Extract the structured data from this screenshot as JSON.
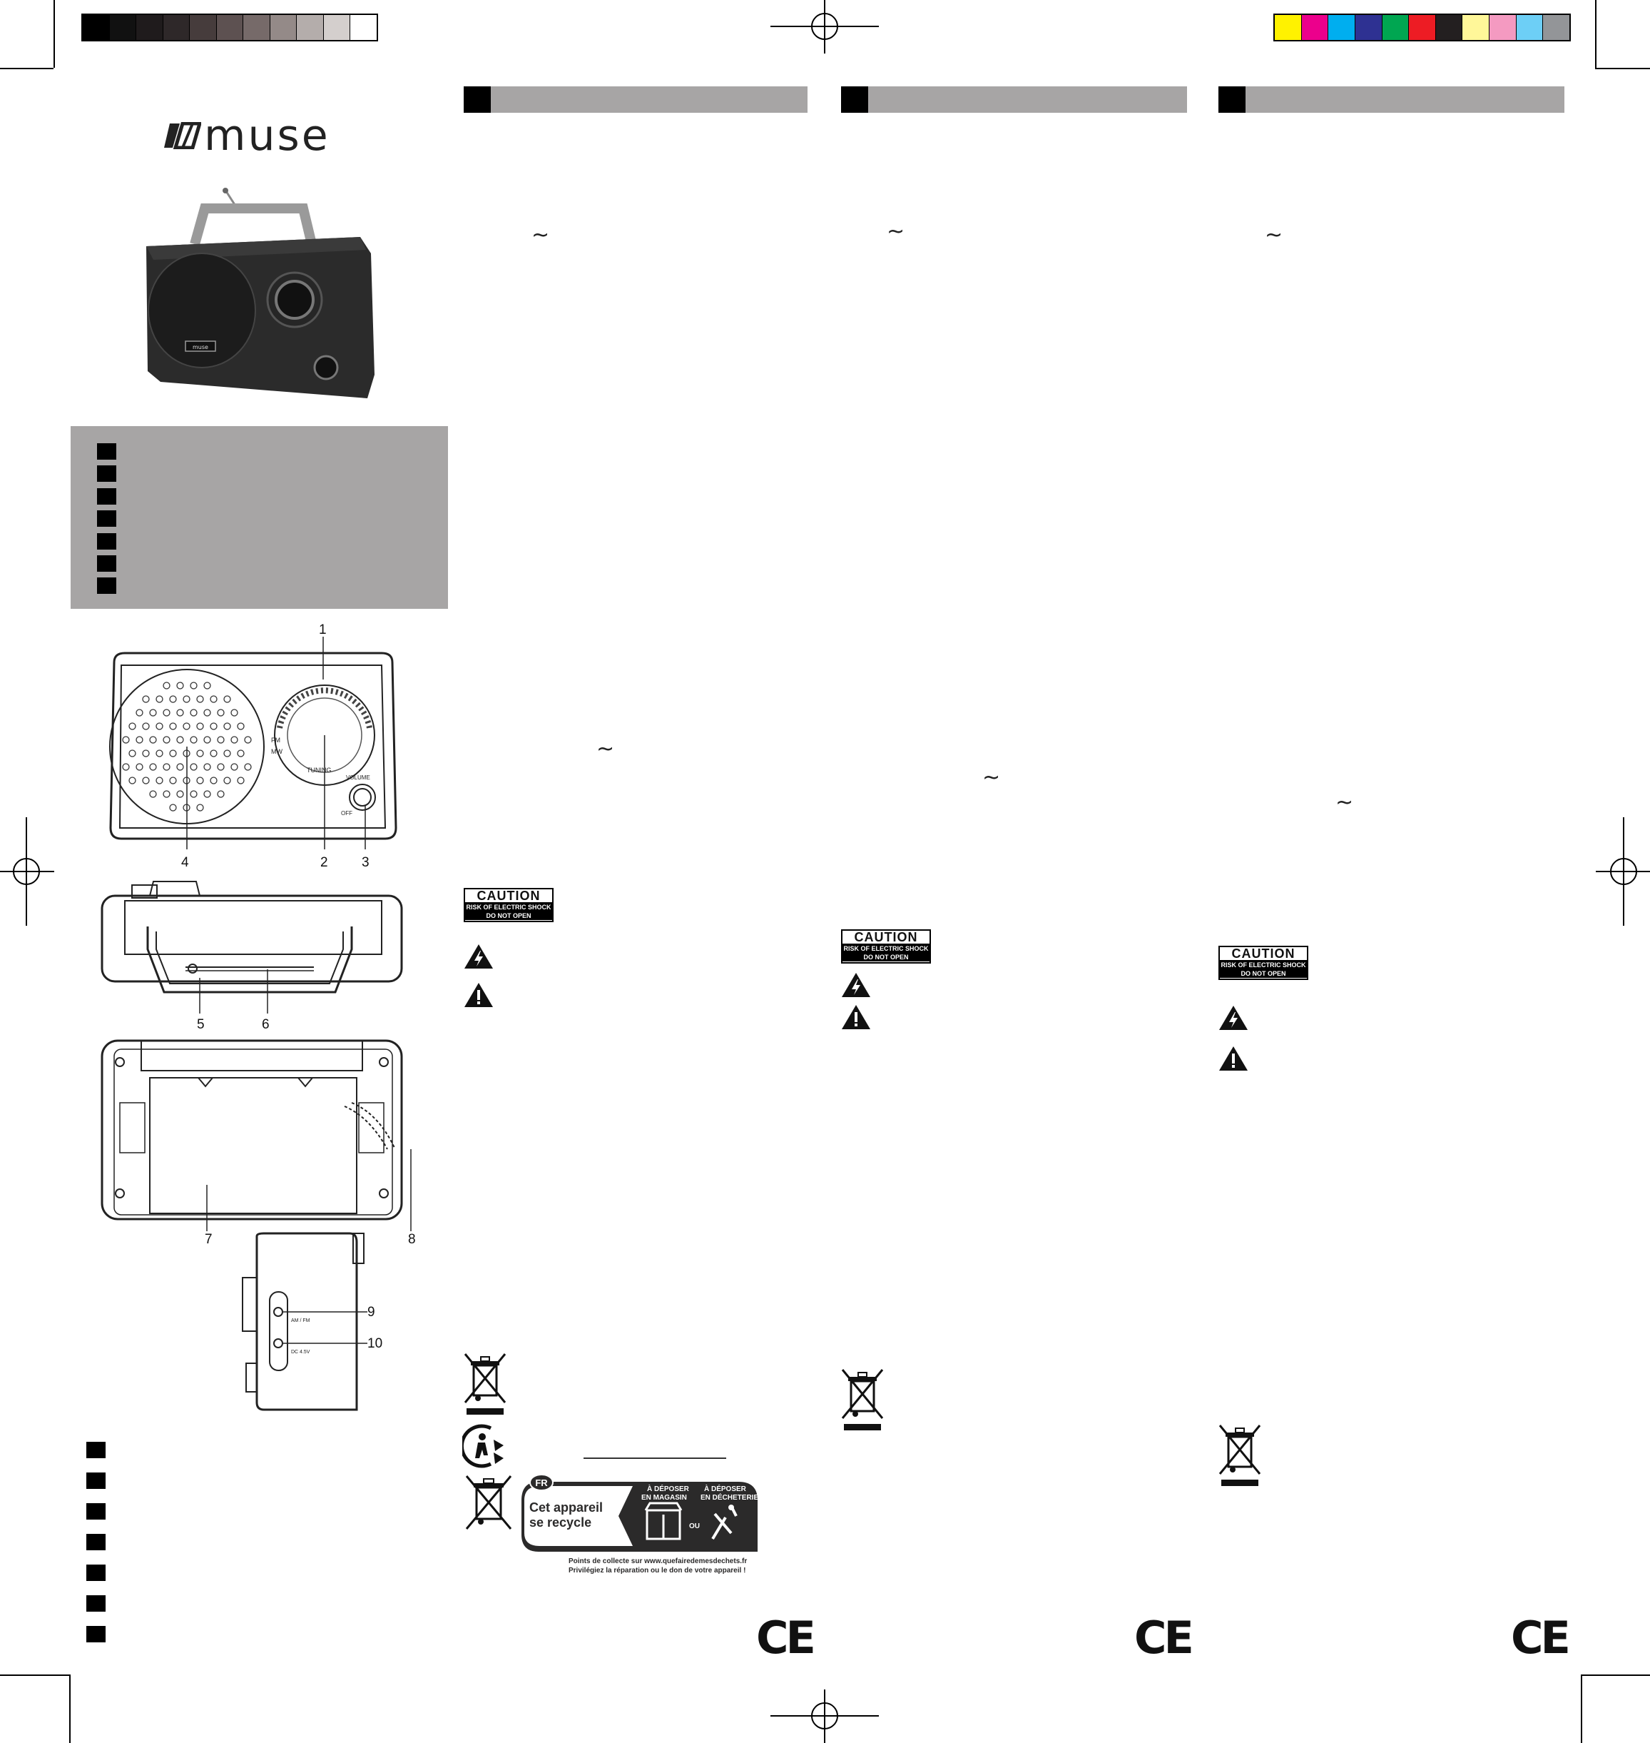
{
  "brand": {
    "name": "muse"
  },
  "callouts": [
    "1",
    "2",
    "3",
    "4",
    "5",
    "6",
    "7",
    "8",
    "9",
    "10"
  ],
  "dial": {
    "label": "TUNING",
    "band_fm": "FM",
    "band_mw": "MW",
    "volume_label": "VOLUME",
    "off_label": "OFF"
  },
  "side_jack": {
    "dc_label": "DC 4.5V",
    "port_label": "AM / FM"
  },
  "caution": {
    "title": "CAUTION",
    "line1": "RISK OF ELECTRIC SHOCK",
    "line2": "DO NOT OPEN"
  },
  "ac_symbol": "~",
  "recycle_badge": {
    "country": "FR",
    "headline_1": "Cet appareil",
    "headline_2": "se recycle",
    "option_store_1": "À DÉPOSER",
    "option_store_2": "EN MAGASIN",
    "or_label": "OU",
    "option_dump_1": "À DÉPOSER",
    "option_dump_2": "EN DÉCHETERIE",
    "footer_1": "Points de collecte sur www.quefairedemesdechets.fr",
    "footer_2": "Privilégiez la réparation ou le don de votre appareil !"
  },
  "ce_mark": "CE",
  "colors": {
    "header_gray": "#a7a5a5",
    "grayscale": [
      "#000000",
      "#111111",
      "#1f1b1c",
      "#2e2829",
      "#463c3c",
      "#5d5151",
      "#766a69",
      "#948a88",
      "#b4adab",
      "#d4cfcd",
      "#ffffff"
    ],
    "process": [
      "#fff200",
      "#ec008c",
      "#00aeef",
      "#2e3192",
      "#00a651",
      "#ed1c24",
      "#231f20",
      "#fff799",
      "#f49ac1",
      "#6dcff6",
      "#939598"
    ]
  }
}
